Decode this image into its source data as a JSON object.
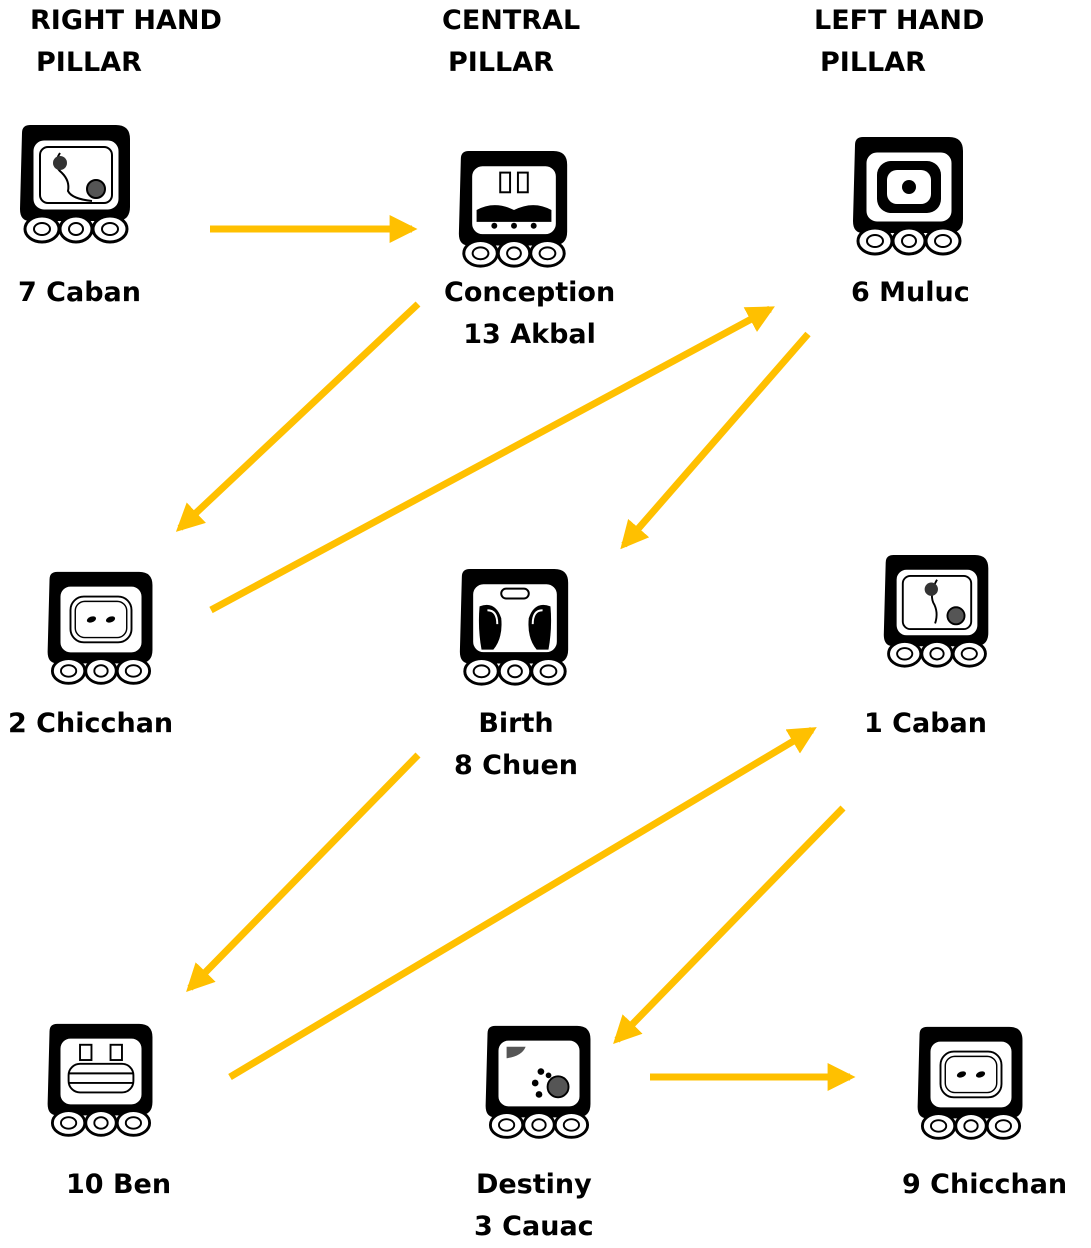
{
  "headers": {
    "right": [
      "RIGHT HAND",
      "PILLAR"
    ],
    "central": [
      "CENTRAL",
      "PILLAR"
    ],
    "left": [
      "LEFT HAND",
      "PILLAR"
    ]
  },
  "nodes": [
    {
      "id": "caban7",
      "lines": [
        "7 Caban"
      ],
      "glyph": "caban-glyph-icon"
    },
    {
      "id": "akbal13",
      "lines": [
        "Conception",
        "13 Akbal"
      ],
      "glyph": "akbal-glyph-icon"
    },
    {
      "id": "muluc6",
      "lines": [
        "6 Muluc"
      ],
      "glyph": "muluc-glyph-icon"
    },
    {
      "id": "chicchan2",
      "lines": [
        "2 Chicchan"
      ],
      "glyph": "chicchan-glyph-icon"
    },
    {
      "id": "chuen8",
      "lines": [
        "Birth",
        "8 Chuen"
      ],
      "glyph": "chuen-glyph-icon"
    },
    {
      "id": "caban1",
      "lines": [
        "1 Caban"
      ],
      "glyph": "caban-glyph-icon"
    },
    {
      "id": "ben10",
      "lines": [
        "10 Ben"
      ],
      "glyph": "ben-glyph-icon"
    },
    {
      "id": "cauac3",
      "lines": [
        "Destiny",
        "3 Cauac"
      ],
      "glyph": "cauac-glyph-icon"
    },
    {
      "id": "chicchan9",
      "lines": [
        "9 Chicchan"
      ],
      "glyph": "chicchan-glyph-icon"
    }
  ],
  "sequence": [
    "caban7",
    "akbal13",
    "chicchan2",
    "muluc6",
    "chuen8",
    "ben10",
    "caban1",
    "cauac3",
    "chicchan9"
  ],
  "colors": {
    "arrow": "#FFC000",
    "ink": "#000000"
  }
}
